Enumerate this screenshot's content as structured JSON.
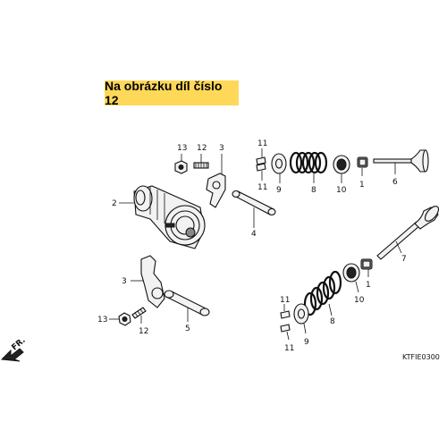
{
  "banner": {
    "text": "Na obrázku díl číslo 12",
    "color": "#ffd85a"
  },
  "callouts": {
    "c13a": "13",
    "c12a": "12",
    "c3a": "3",
    "c11a": "11",
    "c11b": "11",
    "c9a": "9",
    "c8a": "8",
    "c10a": "10",
    "c1a": "1",
    "c6": "6",
    "c2": "2",
    "c4": "4",
    "c7": "7",
    "c1b": "1",
    "c10b": "10",
    "c3b": "3",
    "c13b": "13",
    "c12b": "12",
    "c5": "5",
    "c11c": "11",
    "c8b": "8",
    "c9b": "9",
    "c11d": "11"
  },
  "direction_label": "FR.",
  "diagram_code": "KTFIE0300"
}
